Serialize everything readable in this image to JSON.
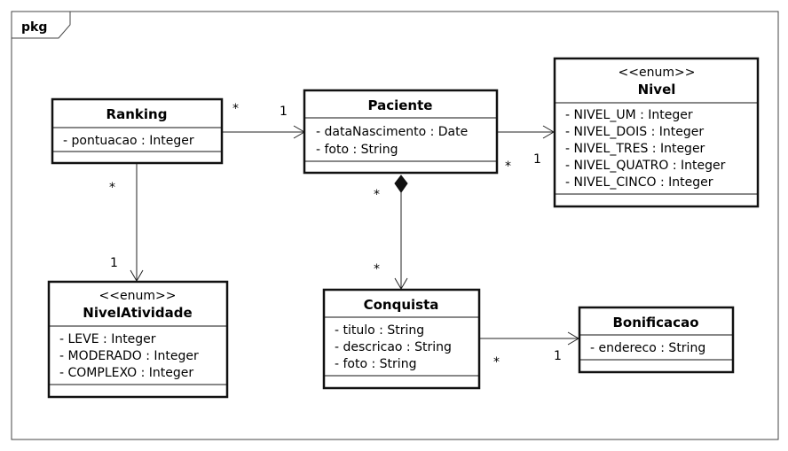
{
  "frame": {
    "label": "pkg"
  },
  "classes": {
    "ranking": {
      "name": "Ranking",
      "attributes": [
        "- pontuacao : Integer"
      ]
    },
    "paciente": {
      "name": "Paciente",
      "attributes": [
        "- dataNascimento : Date",
        "- foto : String"
      ]
    },
    "nivel": {
      "stereotype": "<<enum>>",
      "name": "Nivel",
      "attributes": [
        "- NIVEL_UM : Integer",
        "- NIVEL_DOIS : Integer",
        "- NIVEL_TRES : Integer",
        "- NIVEL_QUATRO : Integer",
        "- NIVEL_CINCO : Integer"
      ]
    },
    "nivel_atividade": {
      "stereotype": "<<enum>>",
      "name": "NivelAtividade",
      "attributes": [
        "- LEVE : Integer",
        "- MODERADO : Integer",
        "- COMPLEXO : Integer"
      ]
    },
    "conquista": {
      "name": "Conquista",
      "attributes": [
        "- titulo : String",
        "- descricao : String",
        "- foto : String"
      ]
    },
    "bonificacao": {
      "name": "Bonificacao",
      "attributes": [
        "- endereco : String"
      ]
    }
  },
  "multiplicities": {
    "ranking_paciente_src": "*",
    "ranking_paciente_dst": "1",
    "paciente_nivel_src": "*",
    "paciente_nivel_dst": "1",
    "ranking_nivel_atividade_src": "*",
    "ranking_nivel_atividade_dst": "1",
    "paciente_conquista_src": "*",
    "paciente_conquista_dst": "*",
    "conquista_bonificacao_src": "*",
    "conquista_bonificacao_dst": "1"
  }
}
